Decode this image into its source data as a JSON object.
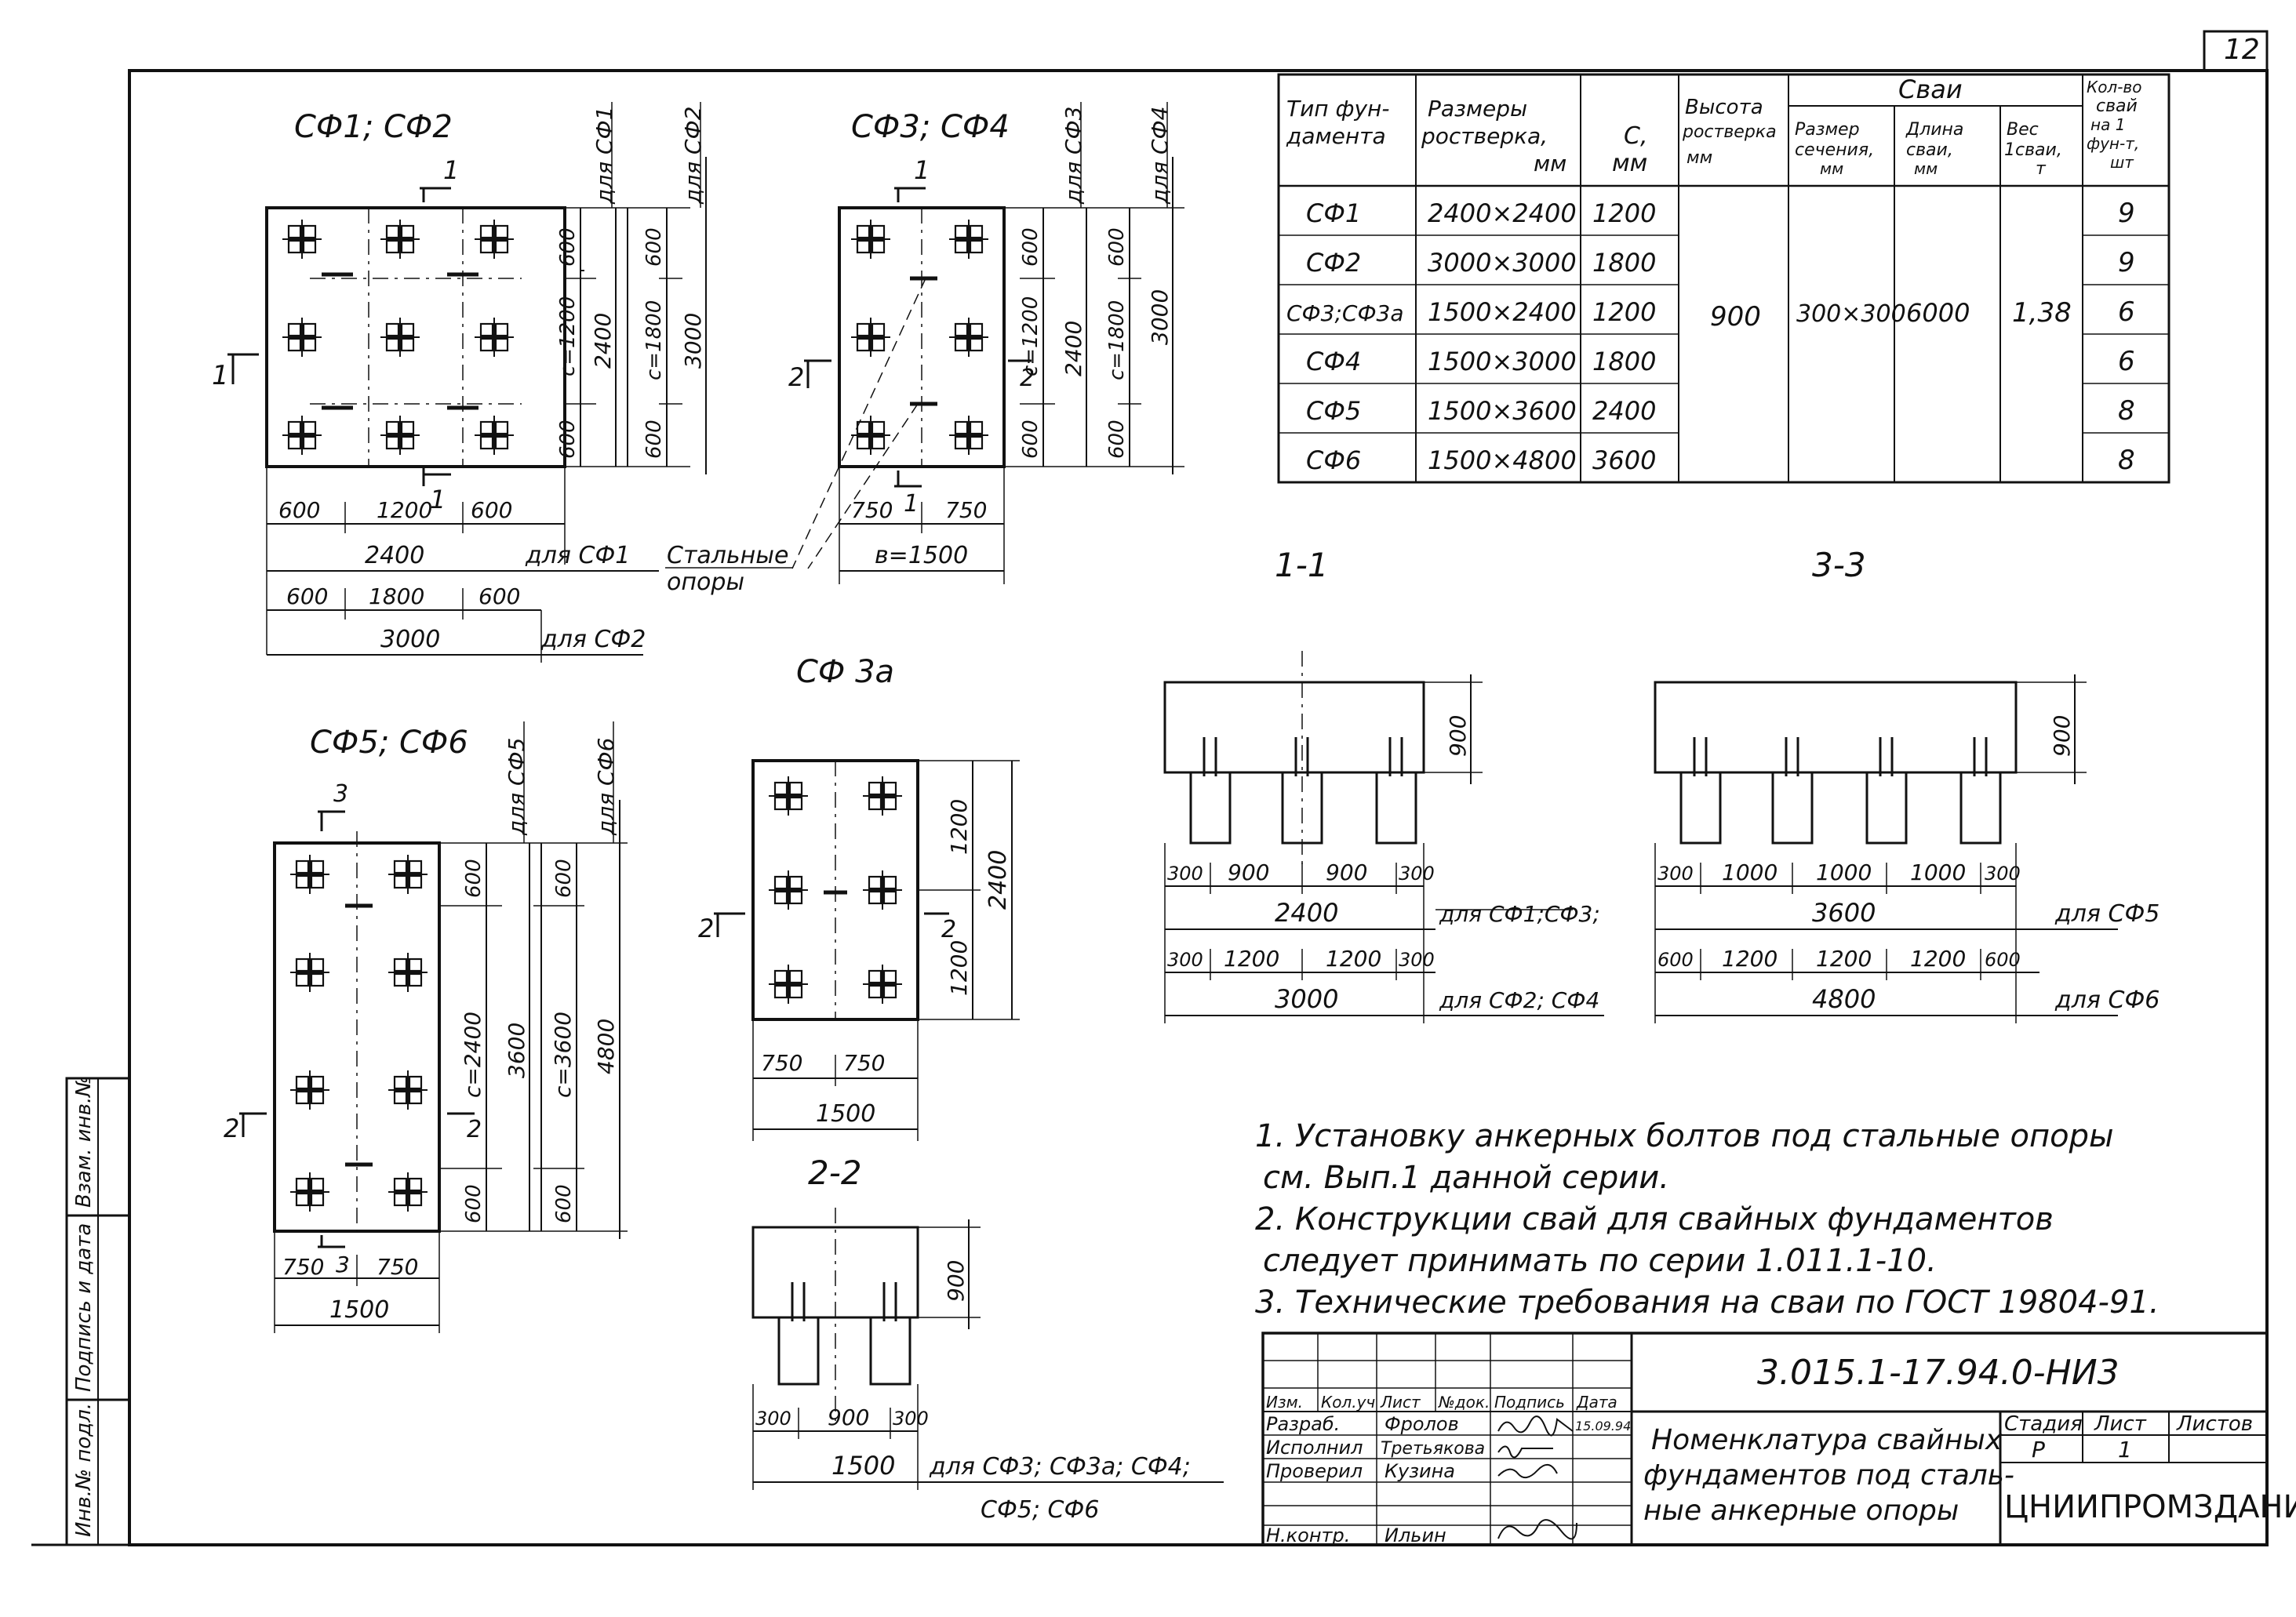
{
  "page_number": "12",
  "drawings": {
    "sf12": {
      "title": "СФ1; СФ2",
      "side_labels": [
        "для СФ1",
        "для СФ2"
      ],
      "section_marks": [
        "1",
        "1"
      ],
      "dims_right_inner": [
        "600",
        "с=1200",
        "600"
      ],
      "dim_2400": "2400",
      "dims_right_mid": [
        "600",
        "с=1800",
        "600"
      ],
      "dim_3000": "3000",
      "dims_bottom_1": [
        "600",
        "1200",
        "600"
      ],
      "total_1": "2400",
      "total_1_note": "для СФ1",
      "dims_bottom_2": [
        "600",
        "1800",
        "600"
      ],
      "total_2": "3000",
      "total_2_note": "для СФ2"
    },
    "sf34": {
      "title": "СФ3; СФ4",
      "side_labels": [
        "для СФ3",
        "для СФ4"
      ],
      "section_marks": [
        "1",
        "1",
        "2",
        "2"
      ],
      "dims_right_inner": [
        "600",
        "с=1200",
        "600"
      ],
      "dim_2400": "2400",
      "dims_right_mid": [
        "600",
        "с=1800",
        "600"
      ],
      "dim_3000": "3000",
      "dims_bottom": [
        "750",
        "750"
      ],
      "total": "в=1500",
      "steel_supports": [
        "Стальные",
        "опоры"
      ]
    },
    "sf3a": {
      "title": "СФ 3а",
      "dims_right": [
        "1200",
        "1200"
      ],
      "dim_2400": "2400",
      "section_marks": [
        "2",
        "2"
      ],
      "dims_bottom": [
        "750",
        "750"
      ],
      "total": "1500"
    },
    "sf56": {
      "title": "СФ5; СФ6",
      "side_labels": [
        "для СФ5",
        "для СФ6"
      ],
      "section_marks": [
        "3",
        "3",
        "2",
        "2"
      ],
      "dims_right_inner": [
        "600",
        "с=2400",
        "600"
      ],
      "dim_3600": "3600",
      "dims_right_mid": [
        "600",
        "с=3600",
        "600"
      ],
      "dim_4800": "4800",
      "dims_bottom": [
        "750",
        "750"
      ],
      "total": "1500"
    },
    "sec11": {
      "title": "1-1",
      "height": "900",
      "dims_1": [
        "300",
        "900",
        "900",
        "300"
      ],
      "total_1": "2400",
      "note_1": "для СФ1;СФ3;",
      "dims_2": [
        "300",
        "1200",
        "1200",
        "300"
      ],
      "total_2": "3000",
      "note_2": "для СФ2; СФ4"
    },
    "sec33": {
      "title": "3-3",
      "height": "900",
      "dims_1": [
        "300",
        "1000",
        "1000",
        "1000",
        "300"
      ],
      "total_1": "3600",
      "note_1": "для СФ5",
      "dims_2": [
        "600",
        "1200",
        "1200",
        "1200",
        "600"
      ],
      "total_2": "4800",
      "note_2": "для СФ6"
    },
    "sec22": {
      "title": "2-2",
      "height": "900",
      "dims": [
        "300",
        "900",
        "300"
      ],
      "total": "1500",
      "note_1": "для СФ3; СФ3а; СФ4;",
      "note_2": "СФ5; СФ6"
    }
  },
  "table": {
    "headers": {
      "type": [
        "Тип фун-",
        "дамента"
      ],
      "sizes": [
        "Размеры",
        "ростверка,",
        "мм"
      ],
      "c": [
        "С,",
        "мм"
      ],
      "height": [
        "Высота",
        "ростверка",
        "мм"
      ],
      "piles": "Сваи",
      "pile_section": [
        "Размер",
        "сечения,",
        "мм"
      ],
      "pile_length": [
        "Длина",
        "сваи,",
        "мм"
      ],
      "pile_weight": [
        "Вес",
        "1сваи,",
        "т"
      ],
      "count": [
        "Кол-во",
        "свай",
        "на 1",
        "фун-т,",
        "шт"
      ]
    },
    "rows": [
      {
        "type": "СФ1",
        "size": "2400×2400",
        "c": "1200",
        "count": "9"
      },
      {
        "type": "СФ2",
        "size": "3000×3000",
        "c": "1800",
        "count": "9"
      },
      {
        "type": "СФ3;СФ3а",
        "size": "1500×2400",
        "c": "1200",
        "count": "6"
      },
      {
        "type": "СФ4",
        "size": "1500×3000",
        "c": "1800",
        "count": "6"
      },
      {
        "type": "СФ5",
        "size": "1500×3600",
        "c": "2400",
        "count": "8"
      },
      {
        "type": "СФ6",
        "size": "1500×4800",
        "c": "3600",
        "count": "8"
      }
    ],
    "merged": {
      "height": "900",
      "section": "300×300",
      "length": "6000",
      "weight": "1,38"
    }
  },
  "notes": [
    "1. Установку анкерных болтов под стальные опоры",
    "см. Вып.1 данной серии.",
    "2. Конструкции свай для свайных фундаментов",
    "следует принимать по серии 1.011.1-10.",
    "3. Технические требования на сваи по ГОСТ 19804-91."
  ],
  "title_block": {
    "code": "3.015.1-17.94.0-НИ3",
    "header_cells": [
      "Изм.",
      "Кол.уч",
      "Лист",
      "№док.",
      "Подпись",
      "Дата"
    ],
    "roles": [
      {
        "role": "Разраб.",
        "name": "Фролов",
        "date": "15.09.94"
      },
      {
        "role": "Исполнил",
        "name": "Третьякова",
        "date": ""
      },
      {
        "role": "Проверил",
        "name": "Кузина",
        "date": ""
      },
      {
        "role": "Н.контр.",
        "name": "Ильин",
        "date": ""
      }
    ],
    "doc_title": [
      "Номенклатура свайных",
      "фундаментов под сталь-",
      "ные анкерные опоры"
    ],
    "stage_label": "Стадия",
    "sheet_label": "Лист",
    "sheets_label": "Листов",
    "stage": "Р",
    "sheet": "1",
    "org": "ЦНИИПРОМЗДАНИЙ"
  },
  "side_stamp": [
    "Инв.№ подл.",
    "Подпись и дата",
    "Взам. инв.№"
  ]
}
